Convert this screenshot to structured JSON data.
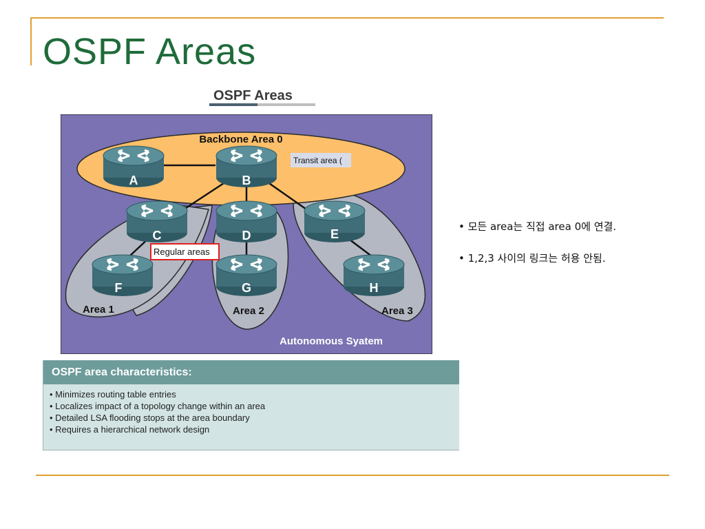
{
  "slide": {
    "title": "OSPF Areas"
  },
  "figure": {
    "title": "OSPF Areas",
    "backbone_label": "Backbone Area 0",
    "transit_label": "Transit area (",
    "regular_label": "Regular areas",
    "area_labels": [
      "Area 1",
      "Area 2",
      "Area 3"
    ],
    "as_label": "Autonomous Syatem",
    "routers": [
      "A",
      "B",
      "C",
      "D",
      "E",
      "F",
      "G",
      "H"
    ]
  },
  "characteristics": {
    "header": "OSPF area characteristics:",
    "items": [
      "• Minimizes routing table entries",
      "• Localizes impact of a topology change within an area",
      "• Detailed LSA flooding stops at the area boundary",
      "• Requires a hierarchical network design"
    ]
  },
  "notes": [
    "• 모든 area는 직접 area 0에 연결.",
    "• 1,2,3 사이의 링크는 허용 안됨."
  ],
  "colors": {
    "title": "#1f6b3a",
    "frame_line": "#e0a030",
    "diagram_bg": "#7a72b2",
    "backbone_fill": "#fdbf6a",
    "area_fill": "#b4b8c2",
    "router_top": "#5b8f99",
    "router_side": "#3f6d78",
    "regular_box": "#e02020",
    "panel_header": "#6d9c9b",
    "panel_body": "#d3e4e4"
  }
}
